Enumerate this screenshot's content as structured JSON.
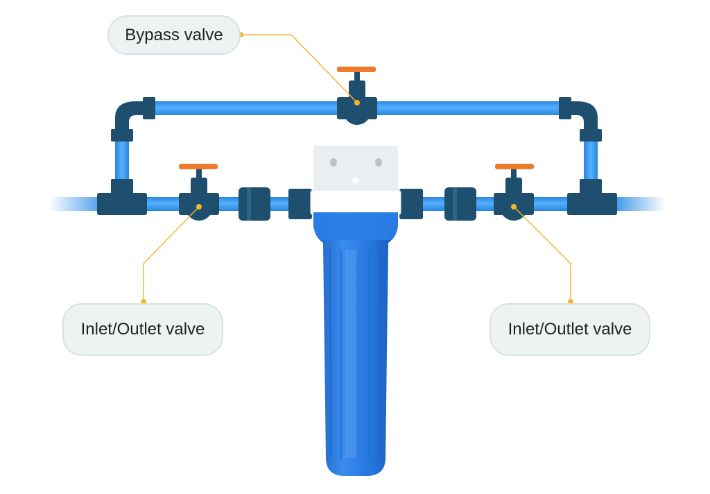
{
  "labels": {
    "bypass_valve": "Bypass valve",
    "inlet_outlet_left": "Inlet/Outlet valve",
    "inlet_outlet_right": "Inlet/Outlet valve"
  },
  "colors": {
    "pipe": "#2f8fe6",
    "pipe_highlight": "#5cb6ff",
    "fitting": "#1f4f6e",
    "fitting_highlight": "#2f6c8f",
    "handle": "#f07a2a",
    "housing": "#1e6fd8",
    "housing_light": "#3d8ef0",
    "cap": "#ffffff",
    "bracket": "#e9eef0",
    "leader": "#f2b62c",
    "callout_bg": "#eef2f3"
  }
}
